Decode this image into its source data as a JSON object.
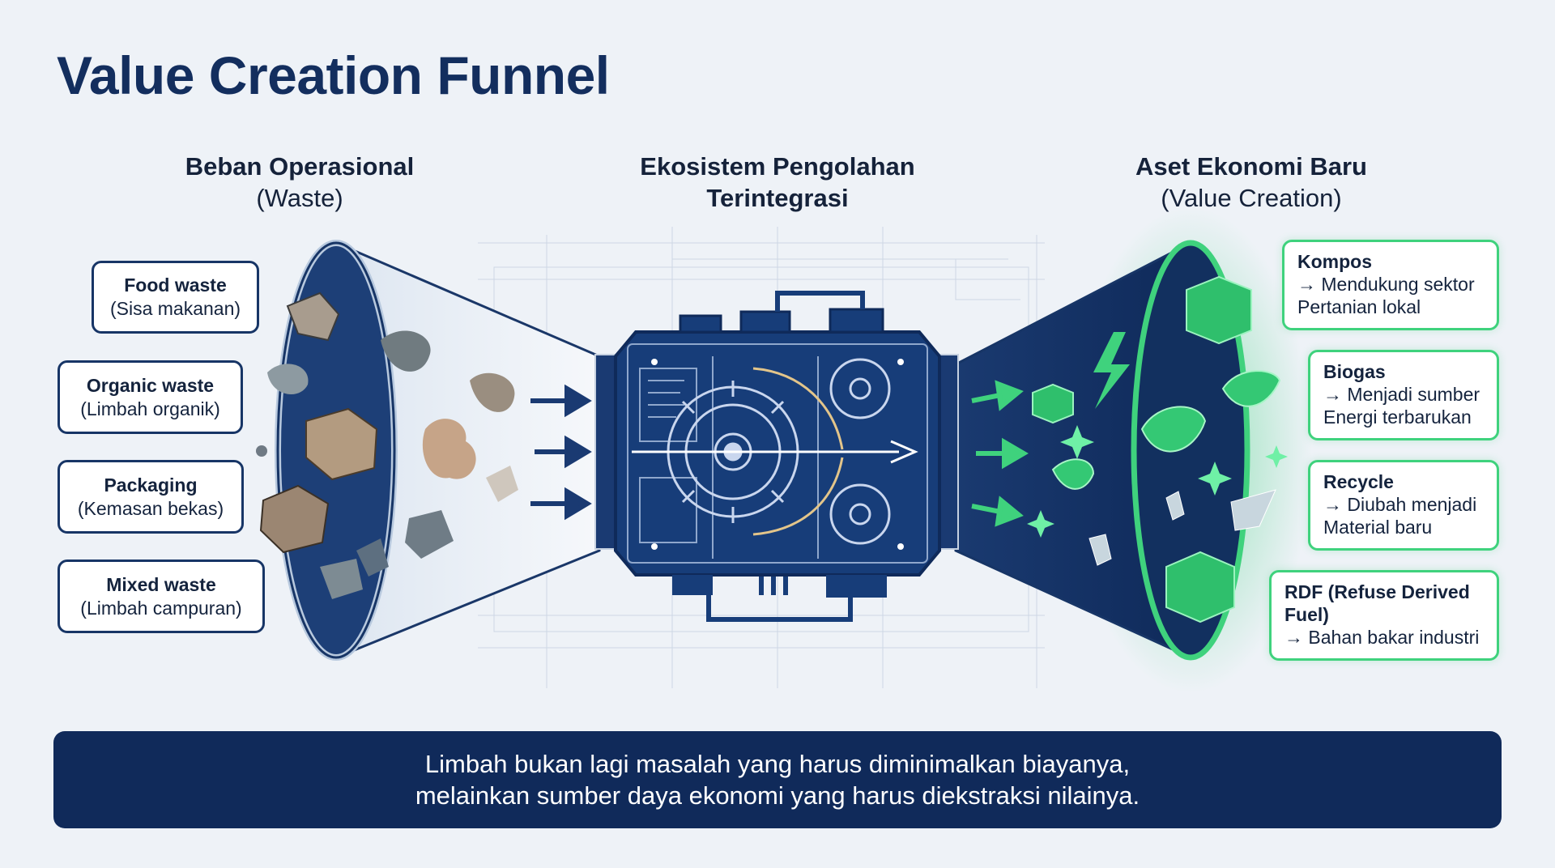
{
  "title": "Value Creation Funnel",
  "columns": {
    "left": {
      "title": "Beban Operasional",
      "subtitle": "(Waste)"
    },
    "center": {
      "title_line1": "Ekosistem Pengolahan",
      "title_line2": "Terintegrasi"
    },
    "right": {
      "title": "Aset Ekonomi Baru",
      "subtitle": "(Value Creation)"
    }
  },
  "inputs": [
    {
      "label": "Food waste",
      "sub": "(Sisa makanan)"
    },
    {
      "label": "Organic waste",
      "sub": "(Limbah organik)"
    },
    {
      "label": "Packaging",
      "sub": "(Kemasan bekas)"
    },
    {
      "label": "Mixed waste",
      "sub": "(Limbah campuran)"
    }
  ],
  "outputs": [
    {
      "label": "Kompos",
      "line1": "→ Mendukung sektor",
      "line2": "Pertanian lokal"
    },
    {
      "label": "Biogas",
      "line1": "→ Menjadi sumber",
      "line2": "Energi terbarukan"
    },
    {
      "label": "Recycle",
      "line1": "→ Diubah menjadi",
      "line2": "Material baru"
    },
    {
      "label": "RDF (Refuse Derived",
      "line1": "Fuel)",
      "line2": "→ Bahan bakar industri"
    }
  ],
  "banner": {
    "line1": "Limbah bukan lagi masalah yang harus diminimalkan biayanya,",
    "line2": "melainkan sumber daya ekonomi yang harus diekstraksi nilainya."
  },
  "colors": {
    "navy": "#132e5e",
    "green": "#3fd27d",
    "banner_bg": "#102a5a"
  },
  "icons": {
    "left_funnel": "waste-funnel-icon",
    "machine": "processing-machine-icon",
    "right_funnel": "value-funnel-icon"
  }
}
